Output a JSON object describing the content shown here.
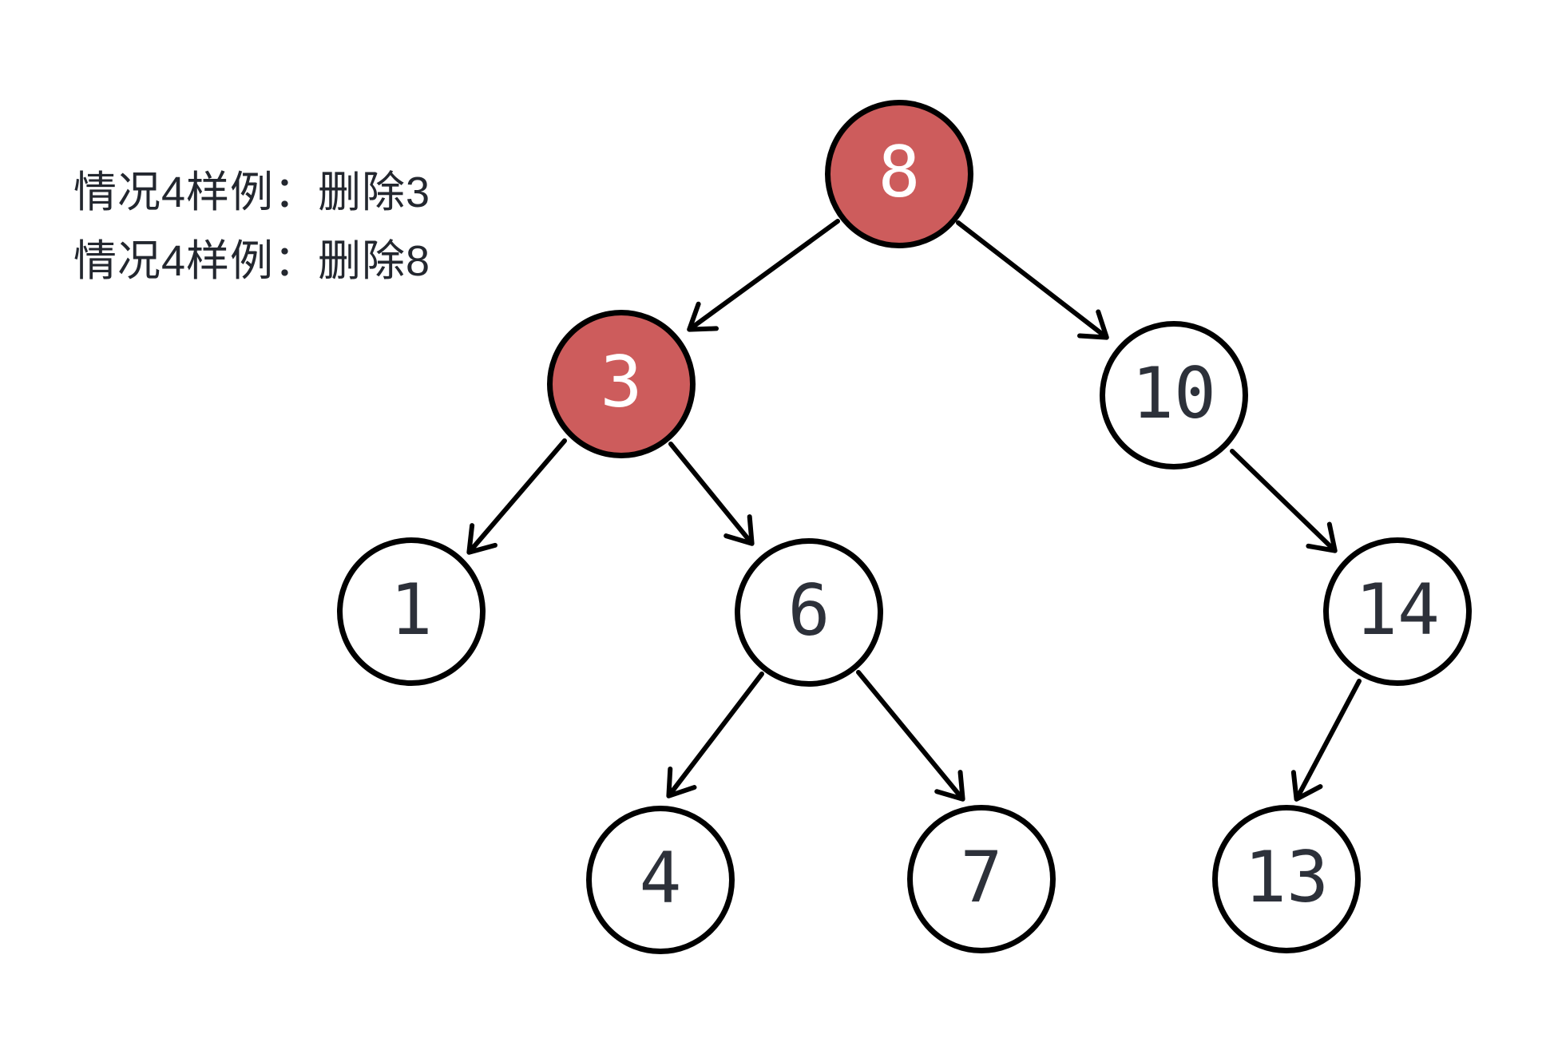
{
  "caption": {
    "lines": [
      "情况4样例：删除3",
      "情况4样例：删除8"
    ]
  },
  "colors": {
    "background": "#ffffff",
    "node_fill": "#ffffff",
    "node_highlight_fill": "#cd5c5c",
    "node_stroke": "#000000",
    "edge_stroke": "#000000",
    "label_dark": "#2d313a",
    "label_light": "#ffffff",
    "caption_text": "#23272f"
  },
  "tree": {
    "type": "binary-search-tree",
    "highlighted_values": [
      "8",
      "3"
    ],
    "nodes": [
      {
        "label": "8",
        "highlighted": true
      },
      {
        "label": "3",
        "highlighted": true
      },
      {
        "label": "10",
        "highlighted": false
      },
      {
        "label": "1",
        "highlighted": false
      },
      {
        "label": "6",
        "highlighted": false
      },
      {
        "label": "14",
        "highlighted": false
      },
      {
        "label": "4",
        "highlighted": false
      },
      {
        "label": "7",
        "highlighted": false
      },
      {
        "label": "13",
        "highlighted": false
      }
    ],
    "edges": [
      {
        "from": "8",
        "to": "3"
      },
      {
        "from": "8",
        "to": "10"
      },
      {
        "from": "3",
        "to": "1"
      },
      {
        "from": "3",
        "to": "6"
      },
      {
        "from": "6",
        "to": "4"
      },
      {
        "from": "6",
        "to": "7"
      },
      {
        "from": "10",
        "to": "14"
      },
      {
        "from": "14",
        "to": "13"
      }
    ]
  }
}
